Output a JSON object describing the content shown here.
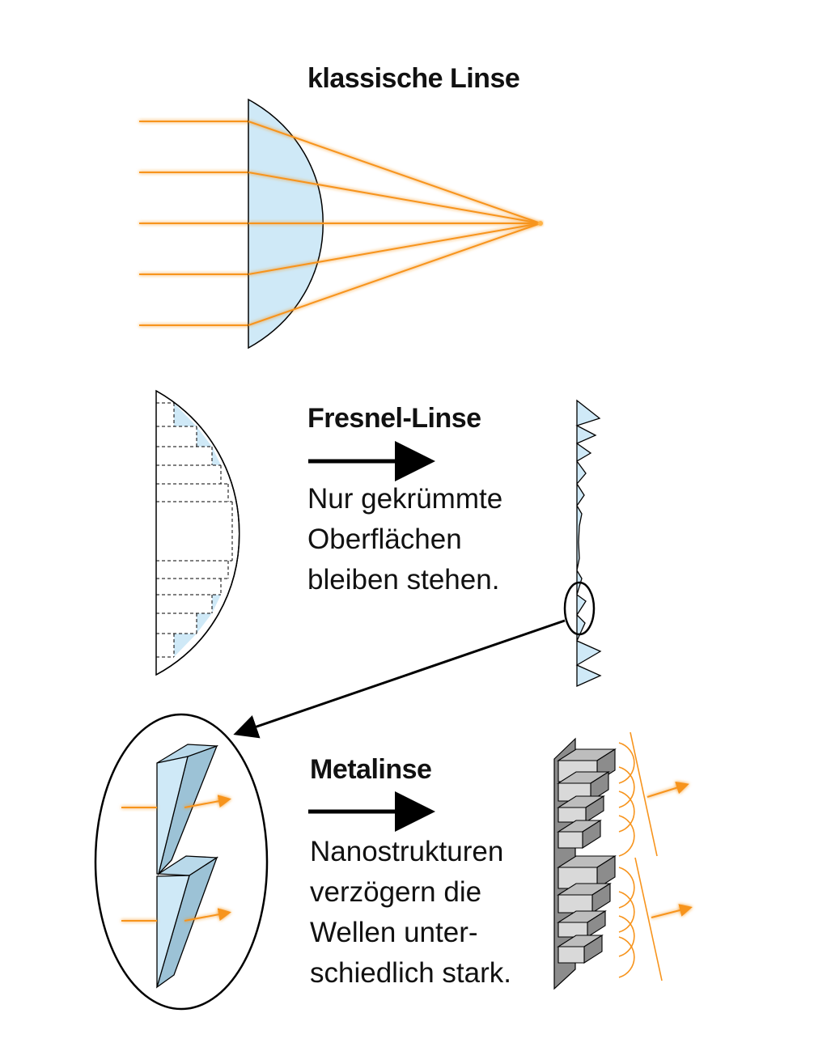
{
  "sections": {
    "classic": {
      "title": "klassische Linse"
    },
    "fresnel": {
      "title": "Fresnel-Linse",
      "lines": [
        "Nur gekrümmte",
        "Oberflächen",
        "bleiben stehen."
      ]
    },
    "meta": {
      "title": "Metalinse",
      "lines": [
        "Nanostrukturen",
        "verzögern die",
        "Wellen unter-",
        "schiedlich stark."
      ]
    }
  },
  "colors": {
    "lens_fill": "#cfe9f7",
    "ray": "#f7941d",
    "outline": "#000000",
    "block_top": "#bdbdbd",
    "block_front": "#d9d9d9",
    "block_side": "#8c8c8c"
  }
}
